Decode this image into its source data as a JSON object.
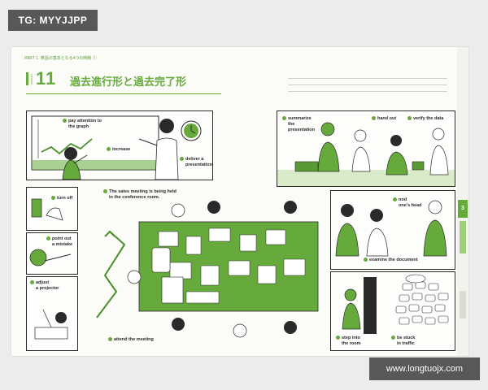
{
  "overlay": {
    "tag": "TG: MYYJJPP",
    "url": "www.longtuojx.com"
  },
  "header": {
    "breadcrumb": "PART 1. 英語の基本となる4つの時制 ①",
    "lesson_label": "Lesson",
    "lesson_number": "11",
    "title": "過去進行形と過去完了形"
  },
  "side_tab": {
    "number": "3"
  },
  "labels": {
    "pay_attention": [
      "pay attention to",
      "the graph"
    ],
    "increase": "increase",
    "deliver": [
      "deliver a",
      "presentation"
    ],
    "summarize": [
      "summarize",
      "the",
      "presentation"
    ],
    "hand_out": "hand out",
    "verify": "verify the data",
    "turn_off": "turn off",
    "sales_meeting": [
      "The sales meeting is being held",
      "in the conference room."
    ],
    "nod": [
      "nod",
      "one's head"
    ],
    "point_out": [
      "point out",
      "a mistake"
    ],
    "examine": "examine the document",
    "adjust": [
      "adjust",
      "a projector"
    ],
    "attend": "attend the meeting",
    "step_into": [
      "step into",
      "the room"
    ],
    "be_stuck": [
      "be stuck",
      "in traffic"
    ]
  },
  "colors": {
    "accent": "#66aa3c",
    "badge": "#585858"
  }
}
